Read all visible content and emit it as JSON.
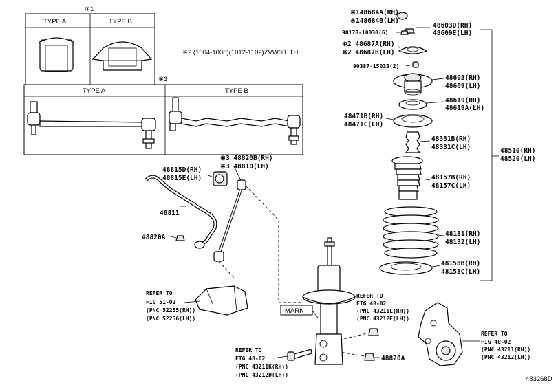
{
  "note1": {
    "mark": "※1",
    "type_a": "TYPE A",
    "type_b": "TYPE B"
  },
  "note2": {
    "text": "※2 (1004-1008)(1012-1102)ZVW30..TH"
  },
  "note3": {
    "mark": "※3",
    "type_a": "TYPE A",
    "type_b": "TYPE B"
  },
  "labels": {
    "p48684a": "※148684A(RH)",
    "p48684b": "※148684B(LH)",
    "p48603d": "48603D(RH)",
    "p48609e": "48609E(LH)",
    "p90178": "90178-10030(6)",
    "p48687a": "※2 48687A(RH)",
    "p48687b": "※2 48687B(LH)",
    "p90387": "90387-15033(2)",
    "p48603": "48603(RH)",
    "p48609": "48609(LH)",
    "p48619": "48619(RH)",
    "p48619a": "48619A(LH)",
    "p48471b": "48471B(RH)",
    "p48471c": "48471C(LH)",
    "p48331b": "48331B(RH)",
    "p48331c": "48331C(LH)",
    "p48510": "48510(RH)",
    "p48520": "48520(LH)",
    "p48157b": "48157B(RH)",
    "p48157c": "48157C(LH)",
    "p48131": "48131(RH)",
    "p48132": "48132(LH)",
    "p48158b": "48158B(RH)",
    "p48158c": "48158C(LH)",
    "p48820b": "※3 48820B(RH)",
    "p48810": "※3 48810(LH)",
    "p48815d": "48815D(RH)",
    "p48815e": "48815E(LH)",
    "p48811": "48811",
    "p48820a_left": "48820A",
    "p48820a_bottom": "48820A",
    "mark": "MARK"
  },
  "refers": {
    "r1": [
      "REFER TO",
      "FIG 51-02",
      "(PNC 52255(RH))",
      "(PNC 52256(LH))"
    ],
    "r2": [
      "REFER TO",
      "FIG 48-02",
      "(PNC 43211L(RH))",
      "(PNC 43212E(LH))"
    ],
    "r3": [
      "REFER TO",
      "FIG 48-02",
      "(PNC 43211K(RH))",
      "(PNC 43212D(LH))"
    ],
    "r4": [
      "REFER TO",
      "FIG 48-02",
      "(PNC 43211(RH))",
      "(PNC 43212(LH))"
    ]
  },
  "figure_id": "483268D"
}
